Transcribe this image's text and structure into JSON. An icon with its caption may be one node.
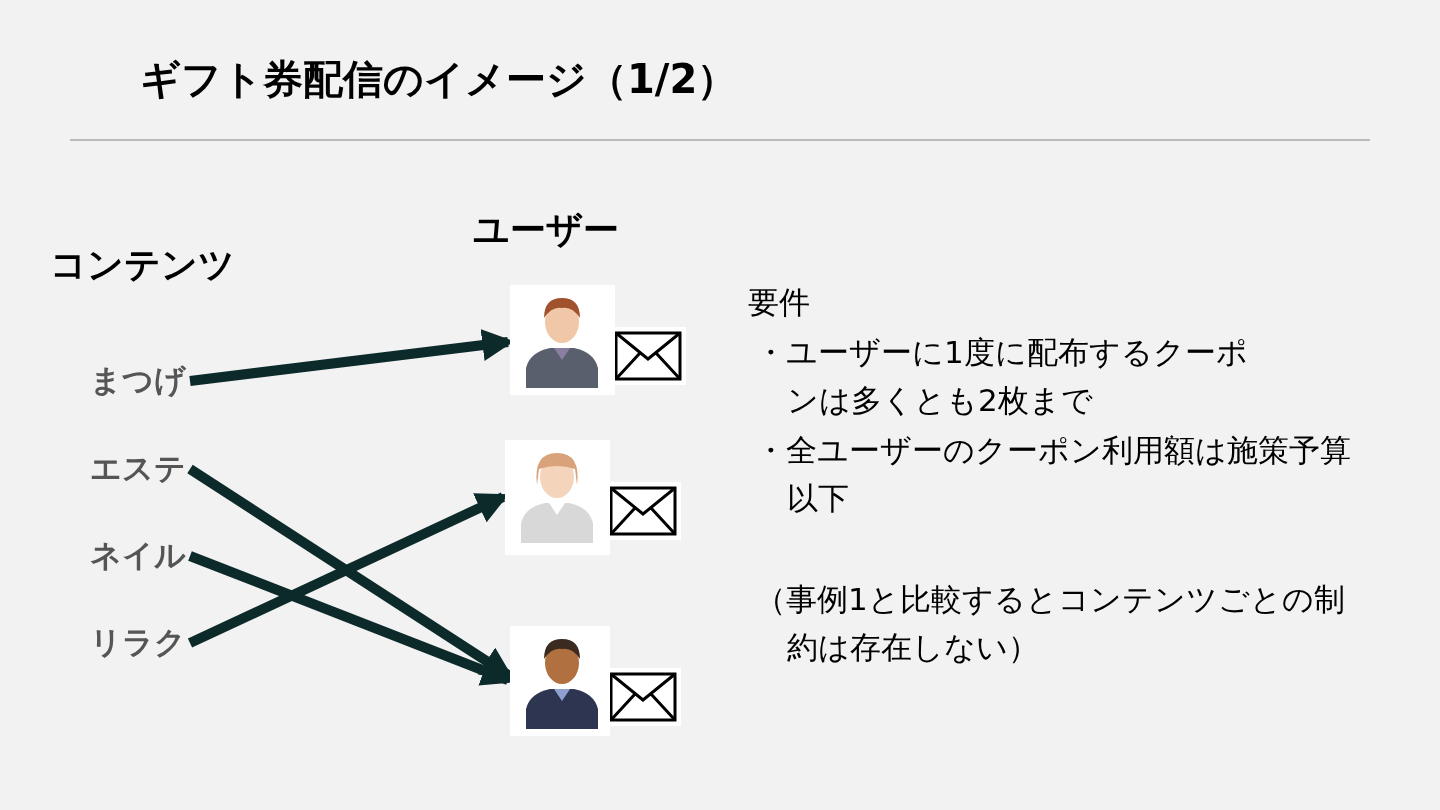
{
  "diagram": {
    "title": "ギフト券配信のイメージ（1/2）",
    "nodes": [
      {
        "text": [
          "まつげ"
        ]
      },
      {
        "text": [
          "エステ"
        ]
      },
      {
        "text": [
          "ネイル"
        ]
      },
      {
        "text": [
          "リラク"
        ]
      },
      {
        "text": [],
        "shape": "person"
      },
      {
        "text": [],
        "shape": "person"
      },
      {
        "text": [],
        "shape": "person"
      }
    ],
    "edges": [
      {
        "from": 0,
        "to": 4,
        "arrow": "to"
      },
      {
        "from": 1,
        "to": 6,
        "arrow": "to"
      },
      {
        "from": 2,
        "to": 6,
        "arrow": "to"
      },
      {
        "from": 3,
        "to": 5,
        "arrow": "to"
      }
    ],
    "labels": [
      "コンテンツ",
      "ユーザー",
      "要件",
      "・ユーザーに1度に配布するクーポンは多くとも2枚まで",
      "・全ユーザーのクーポン利用額は施策予算以下",
      "（事例1と比較するとコンテンツごとの制約は存在しない）"
    ]
  }
}
